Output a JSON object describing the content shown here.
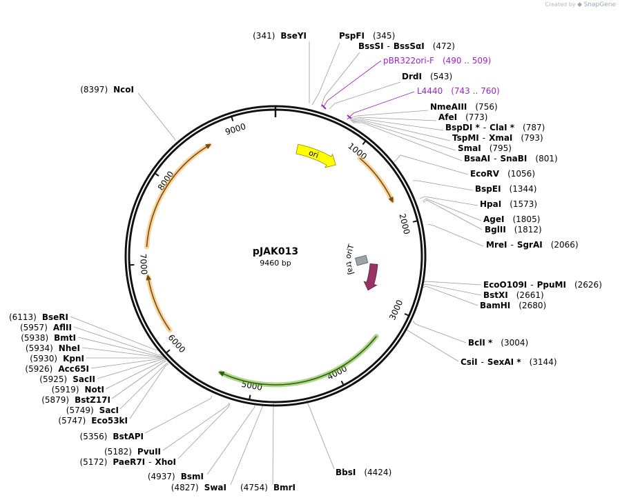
{
  "watermark": {
    "prefix": "Created by",
    "brand": "SnapGene"
  },
  "plasmid": {
    "name": "pJAK013",
    "length_label": "9460 bp",
    "length": 9460
  },
  "ticks": [
    "1000",
    "2000",
    "3000",
    "4000",
    "5000",
    "6000",
    "7000",
    "8000",
    "9000"
  ],
  "features": [
    {
      "name": "ori",
      "type": "rep_origin",
      "start": 300,
      "end": 880,
      "color": "#ffff00"
    },
    {
      "name": "oriT",
      "type": "origin",
      "start": 2390,
      "end": 2500,
      "color": "#999999"
    },
    {
      "name": "traJ",
      "type": "cds",
      "start": 2430,
      "end": 2900,
      "color": "#993366"
    }
  ],
  "arcs": [
    {
      "start": 1070,
      "end": 1700,
      "color": "#f3b14c"
    },
    {
      "start": 3380,
      "end": 5390,
      "color": "#6ab526"
    },
    {
      "start": 6170,
      "end": 6850,
      "color": "#f3b14c"
    },
    {
      "start": 7200,
      "end": 8650,
      "color": "#f3b14c"
    }
  ],
  "primers": [
    {
      "name": "pBR322ori-F",
      "range": "(490 .. 509)"
    },
    {
      "name": "L4440",
      "range": "(743 .. 760)"
    }
  ],
  "enzymes": [
    {
      "id": "bseyi",
      "name": "BseYI",
      "pos": "(341)"
    },
    {
      "id": "pspfi",
      "name": "PspFI",
      "pos": "(345)"
    },
    {
      "id": "bsssi",
      "name": "BssSI",
      "sep": "-",
      "name2": "BssSαI",
      "pos": "(472)"
    },
    {
      "id": "drdi",
      "name": "DrdI",
      "pos": "(543)"
    },
    {
      "id": "nmeaiii",
      "name": "NmeAIII",
      "pos": "(756)"
    },
    {
      "id": "afei",
      "name": "AfeI",
      "pos": "(773)"
    },
    {
      "id": "bspdi",
      "name": "BspDI *",
      "sep": "-",
      "name2": "ClaI *",
      "pos": "(787)"
    },
    {
      "id": "tspmi",
      "name": "TspMI",
      "sep": "-",
      "name2": "XmaI",
      "pos": "(793)"
    },
    {
      "id": "smai",
      "name": "SmaI",
      "pos": "(795)"
    },
    {
      "id": "bsaai",
      "name": "BsaAI",
      "sep": "-",
      "name2": "SnaBI",
      "pos": "(801)"
    },
    {
      "id": "ecorv",
      "name": "EcoRV",
      "pos": "(1056)"
    },
    {
      "id": "bspei",
      "name": "BspEI",
      "pos": "(1344)"
    },
    {
      "id": "hpai",
      "name": "HpaI",
      "pos": "(1573)"
    },
    {
      "id": "agei",
      "name": "AgeI",
      "pos": "(1805)"
    },
    {
      "id": "bglii",
      "name": "BglII",
      "pos": "(1812)"
    },
    {
      "id": "mrei",
      "name": "MreI",
      "sep": "-",
      "name2": "SgrAI",
      "pos": "(2066)"
    },
    {
      "id": "ecoo109i",
      "name": "EcoO109I",
      "sep": "-",
      "name2": "PpuMI",
      "pos": "(2626)"
    },
    {
      "id": "bstxi",
      "name": "BstXI",
      "pos": "(2661)"
    },
    {
      "id": "bamhi",
      "name": "BamHI",
      "pos": "(2680)"
    },
    {
      "id": "bcli",
      "name": "BclI *",
      "pos": "(3004)"
    },
    {
      "id": "csii",
      "name": "CsiI",
      "sep": "-",
      "name2": "SexAI *",
      "pos": "(3144)"
    },
    {
      "id": "bbsi",
      "name": "BbsI",
      "pos": "(4424)"
    },
    {
      "id": "bmri",
      "name": "BmrI",
      "pos": "(4754)"
    },
    {
      "id": "swai",
      "name": "SwaI",
      "pos": "(4827)"
    },
    {
      "id": "bsmi",
      "name": "BsmI",
      "pos": "(4937)"
    },
    {
      "id": "paer7i",
      "name": "PaeR7I",
      "sep": "-",
      "name2": "XhoI",
      "pos": "(5172)"
    },
    {
      "id": "pvuii",
      "name": "PvuII",
      "pos": "(5182)"
    },
    {
      "id": "bstapi",
      "name": "BstAPI",
      "pos": "(5356)"
    },
    {
      "id": "eco53ki",
      "name": "Eco53kI",
      "pos": "(5747)"
    },
    {
      "id": "saci",
      "name": "SacI",
      "pos": "(5749)"
    },
    {
      "id": "bstz17i",
      "name": "BstZ17I",
      "pos": "(5879)"
    },
    {
      "id": "noti",
      "name": "NotI",
      "pos": "(5919)"
    },
    {
      "id": "sacii",
      "name": "SacII",
      "pos": "(5925)"
    },
    {
      "id": "acc65i",
      "name": "Acc65I",
      "pos": "(5926)"
    },
    {
      "id": "kpni",
      "name": "KpnI",
      "pos": "(5930)"
    },
    {
      "id": "nhei",
      "name": "NheI",
      "pos": "(5934)"
    },
    {
      "id": "bmti",
      "name": "BmtI",
      "pos": "(5938)"
    },
    {
      "id": "aflii",
      "name": "AflII",
      "pos": "(5957)"
    },
    {
      "id": "seri",
      "name": "BseRI",
      "pos": "(6113)"
    },
    {
      "id": "ncoi",
      "name": "NcoI",
      "pos": "(8397)"
    }
  ]
}
